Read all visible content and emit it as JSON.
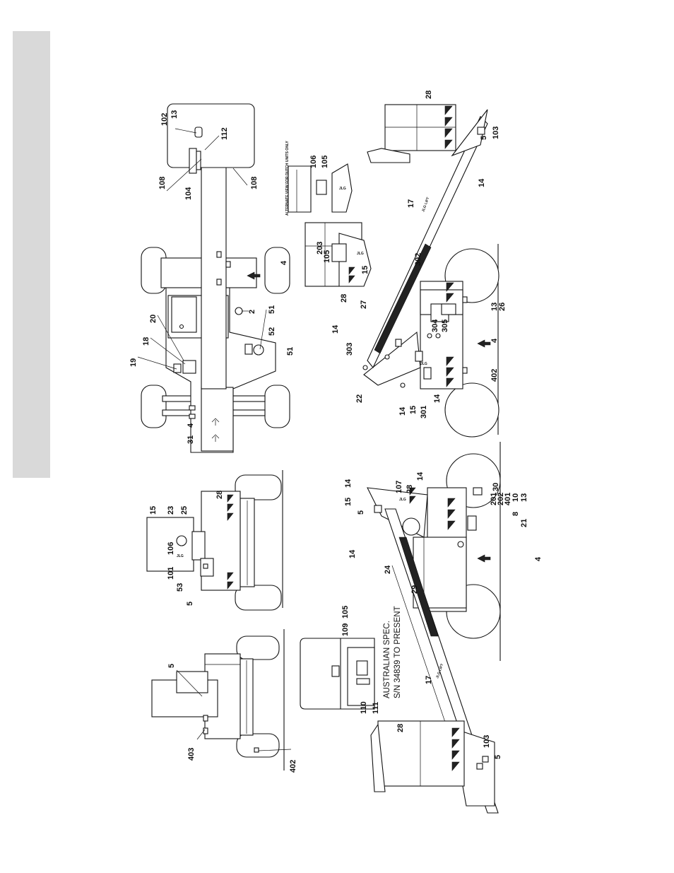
{
  "note": {
    "line1": "AUSTRALIAN SPEC.",
    "line2": "S/N 34839 TO PRESENT"
  },
  "inset": {
    "alternate_view": "ALTERNATE VIEW FOR DUTCH UNITS ONLY"
  },
  "logos": {
    "jlg": "JLG",
    "jlg_lift": "JLG LIFT"
  },
  "callouts": {
    "front": [
      "5",
      "403",
      "402"
    ],
    "rear": [
      "53",
      "101",
      "106",
      "5",
      "15",
      "23",
      "25",
      "28"
    ],
    "top": [
      "19",
      "18",
      "20",
      "2",
      "51",
      "52",
      "51",
      "31",
      "4",
      "4",
      "104",
      "108",
      "108",
      "102",
      "13",
      "112"
    ],
    "platform_insets": [
      "28",
      "105",
      "203",
      "15",
      "106",
      "105"
    ],
    "aus_platform": [
      "110",
      "111",
      "109",
      "105"
    ],
    "side_left": [
      "5",
      "15",
      "14",
      "107",
      "28",
      "14",
      "14",
      "24",
      "29",
      "17",
      "28",
      "103",
      "5",
      "30",
      "201",
      "202",
      "401",
      "10",
      "13",
      "8",
      "21",
      "4"
    ],
    "side_right": [
      "28",
      "5",
      "103",
      "14",
      "17",
      "302",
      "14",
      "27",
      "303",
      "304",
      "305",
      "22",
      "14",
      "15",
      "301",
      "14",
      "402",
      "4",
      "13",
      "26"
    ]
  }
}
